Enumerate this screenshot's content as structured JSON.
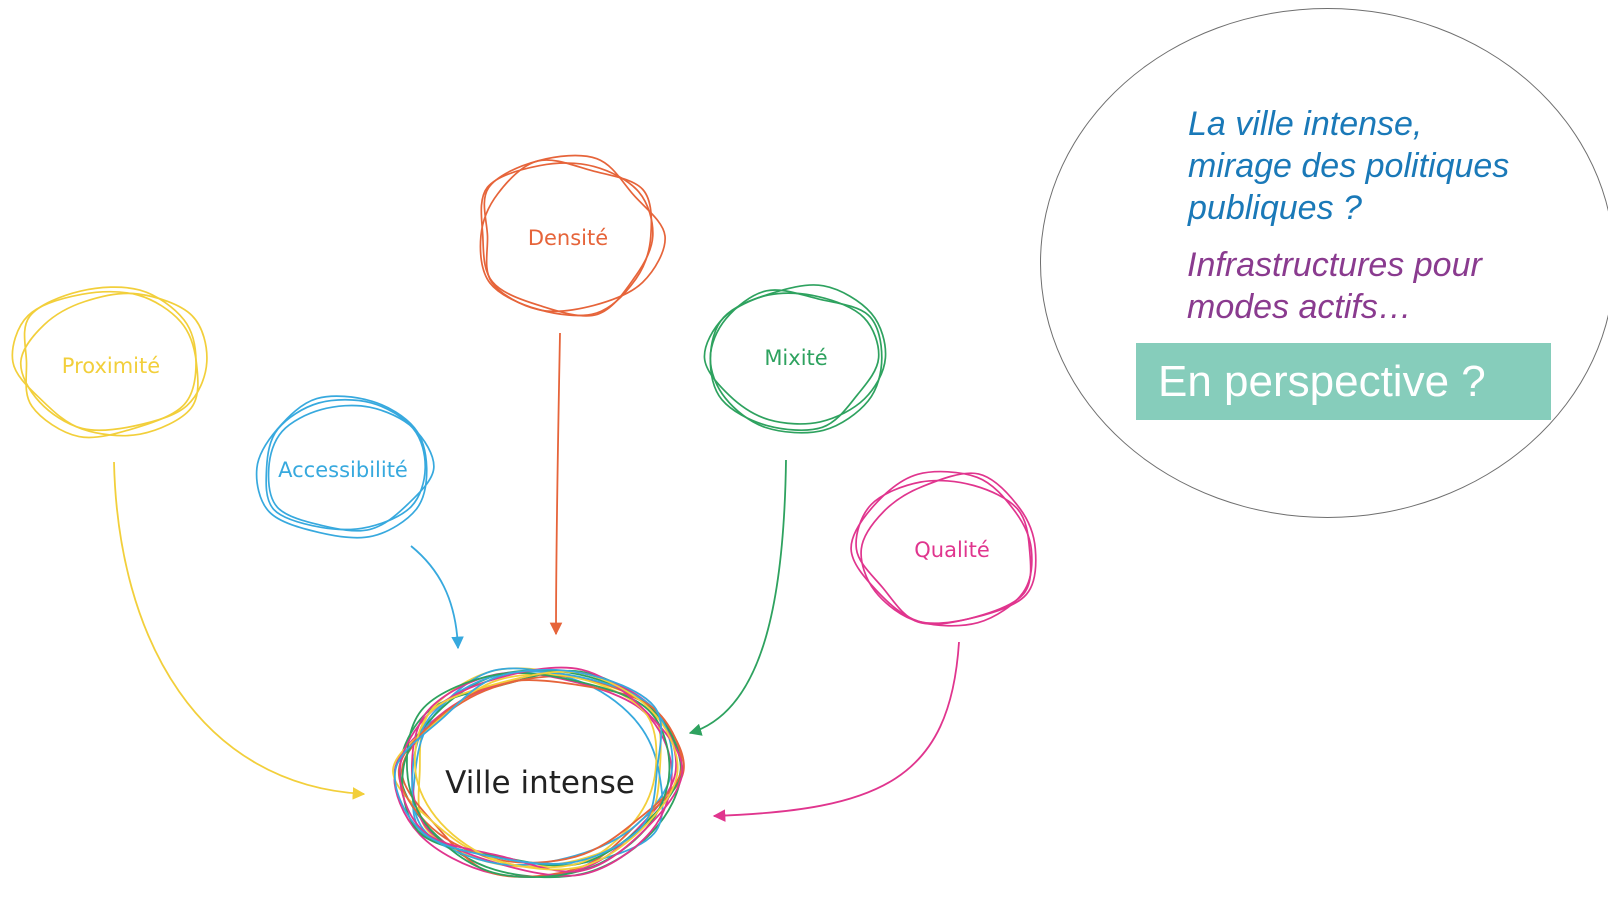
{
  "diagram": {
    "center": {
      "label": "Ville intense",
      "color": "#222222"
    },
    "nodes": [
      {
        "id": "proximite",
        "label": "Proximité",
        "color": "#f2cf3b"
      },
      {
        "id": "accessibilite",
        "label": "Accessibilité",
        "color": "#37a9de"
      },
      {
        "id": "densite",
        "label": "Densité",
        "color": "#e6643a"
      },
      {
        "id": "mixite",
        "label": "Mixité",
        "color": "#2ea25f"
      },
      {
        "id": "qualite",
        "label": "Qualité",
        "color": "#e0358e"
      }
    ],
    "edges": [
      {
        "from": "proximite",
        "to": "center"
      },
      {
        "from": "accessibilite",
        "to": "center"
      },
      {
        "from": "densite",
        "to": "center"
      },
      {
        "from": "mixite",
        "to": "center"
      },
      {
        "from": "qualite",
        "to": "center"
      }
    ]
  },
  "side_note": {
    "question": "La ville intense,\nmirage des politiques\npubliques ?",
    "subtext": "Infrastructures pour\nmodes actifs…",
    "highlight": "En perspective ?",
    "colors": {
      "question": "#1a79b8",
      "subtext": "#8a3b8f",
      "highlight_bg": "#86cdbb",
      "highlight_text": "#ffffff",
      "ellipse_border": "#6f6f6f"
    }
  }
}
